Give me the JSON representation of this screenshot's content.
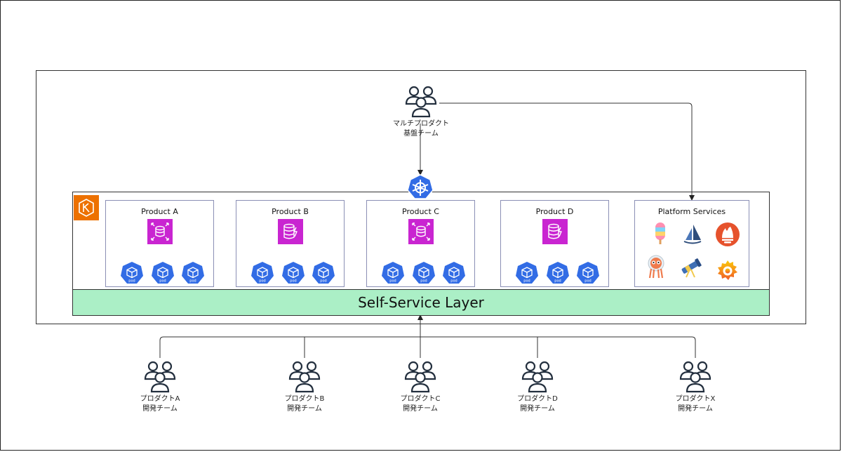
{
  "platform_team": {
    "line1": "マルチプロダクト",
    "line2": "基盤チーム"
  },
  "products": [
    {
      "title": "Product A",
      "db": "aurora"
    },
    {
      "title": "Product B",
      "db": "dynamodb"
    },
    {
      "title": "Product C",
      "db": "aurora"
    },
    {
      "title": "Product D",
      "db": "dynamodb"
    }
  ],
  "pod_label": "pod",
  "platform_services": {
    "title": "Platform Services"
  },
  "self_service_layer": "Self-Service Layer",
  "dev_teams": [
    {
      "line1": "プロダクトA",
      "line2": "開発チーム"
    },
    {
      "line1": "プロダクトB",
      "line2": "開発チーム"
    },
    {
      "line1": "プロダクトC",
      "line2": "開発チーム"
    },
    {
      "line1": "プロダクトD",
      "line2": "開発チーム"
    },
    {
      "line1": "プロダクトX",
      "line2": "開発チーム"
    }
  ],
  "colors": {
    "eks": "#ed7100",
    "database": "#c925d1",
    "kubernetes": "#326ce5",
    "self_service": "#abefc6"
  },
  "icons": {
    "team": "users-group-icon",
    "cluster": "eks-icon",
    "orchestrator": "kubernetes-icon",
    "services": [
      "karpenter-icon",
      "argo-workflows-icon",
      "prometheus-icon",
      "argocd-icon",
      "telescope-icon",
      "grafana-icon"
    ]
  }
}
